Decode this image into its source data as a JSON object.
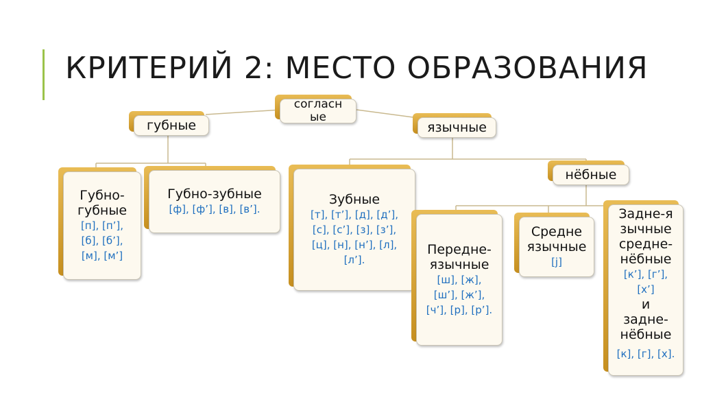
{
  "slide": {
    "title": "КРИТЕРИЙ 2: МЕСТО ОБРАЗОВАНИЯ"
  },
  "colors": {
    "accent": "#9bc34a",
    "card_back": "#d9a43a",
    "sounds": "#1f6fbf"
  },
  "nodes": {
    "root": "согласн ые",
    "labial": "губные",
    "lingual": "язычные",
    "palatal": "нёбные",
    "bilabial": {
      "label": "Губно-губные",
      "sounds": "[п], [п’], [б], [б’], [м], [м’]"
    },
    "labiodental": {
      "label": "Губно-зубные",
      "sounds": "[ф], [ф’], [в], [в’]."
    },
    "dental": {
      "label": "Зубные",
      "sounds": "[т], [т’], [д], [д’], [с], [с’], [з], [з’], [ц], [н], [н’], [л], [л’]."
    },
    "front": {
      "label": "Передне-язычные",
      "sounds": "[ш], [ж], [ш’], [ж’], [ч’], [р], [р’]."
    },
    "middle": {
      "label": "Средне язычные",
      "sounds": "[j]"
    },
    "back": {
      "label1": "Задне-язычные средне-нёбные",
      "sounds1": "[к’], [г’], [х’]",
      "and": "и",
      "label2": "задне-нёбные",
      "sounds2": "[к], [г], [х]."
    }
  }
}
